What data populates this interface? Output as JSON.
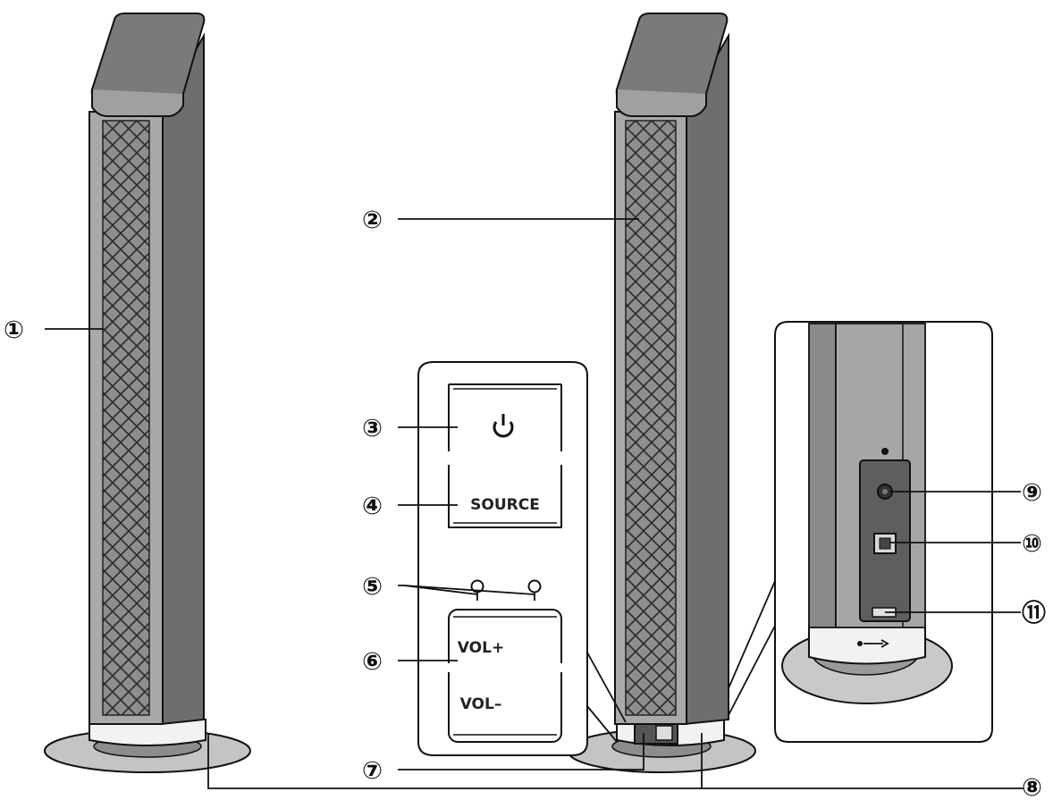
{
  "panel": {
    "power_symbol": "power-icon",
    "source_label": "SOURCE",
    "vol_up_label": "VOL+",
    "vol_down_label": "VOL–"
  },
  "callouts": {
    "c1": "①",
    "c2": "②",
    "c3": "③",
    "c4": "④",
    "c5": "⑤",
    "c6": "⑥",
    "c7": "⑦",
    "c8": "⑧",
    "c9": "⑨",
    "c10": "⑩",
    "c11": "⑪"
  },
  "colors": {
    "line": "#111111",
    "body_dark": "#6f6f6f",
    "body_light": "#a8a8a8",
    "grille": "#8a8a8a",
    "base": "#bdbdbd"
  }
}
